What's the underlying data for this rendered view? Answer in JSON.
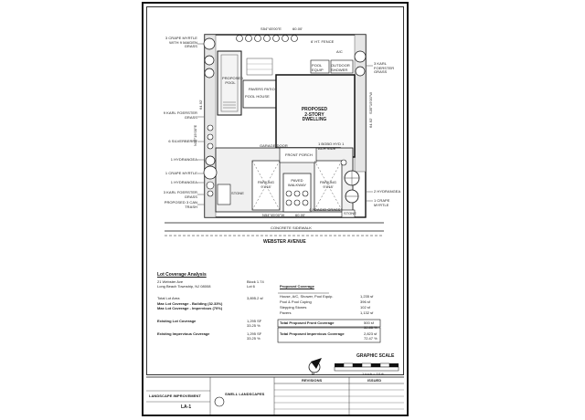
{
  "site_plan": {
    "street": "WEBSTER AVENUE",
    "sidewalk": "CONCRETE SIDEWALK",
    "dwelling_line1": "PROPOSED",
    "dwelling_line2": "2-STORY",
    "dwelling_line3": "DWELLING",
    "bearing_top": "S54°45'00\"E",
    "dim_top": "60.00'",
    "bearing_bottom": "N54°45'00\"W",
    "dim_bottom": "60.00'",
    "bearing_left": "N35°15'00\"E",
    "bearing_right": "S35°15'00\"W",
    "dim_right": "64.92'",
    "dim_left": "64.92'",
    "labels_left": [
      "3 CRAPE MYRTLE WITH 9 MAIDEN GRASS",
      "9 KARL FOERSTER GRASS",
      "6 SILVERBERRY",
      "1 HYDRANGEA",
      "1 CRAPE MYRTLE",
      "1 HYDRANGEA",
      "3 KARL FOERSTER GRASS",
      "PROPOSED 3 CAN TRASH"
    ],
    "labels_right": [
      "3 KARL FOERSTER GRASS",
      "1 BOBO HYD 1 ACH SIDE",
      "2 HYDRANGEA",
      "1 CRAPE MYRTLE"
    ],
    "labels_inner": {
      "pool": "PROPOSED POOL",
      "pool_house": "POOL HOUSE",
      "pavers_patio": "PAVERS PATIO",
      "outdoor_shower": "OUTDOOR SHOWER",
      "front_porch": "FRONT PORCH",
      "garage_door": "GARAGE DOOR",
      "parking_left": "PARKING 9'X18'",
      "parking_right": "PARKING 9'X18'",
      "paved_walkway": "PAVED WALKWAY",
      "adagio_grass": "4 ADAGIO GRASS",
      "stone_left": "STONE",
      "stone_right": "STONE",
      "fence": "6' HT. FENCE",
      "pool_equip": "POOL EQUIP",
      "ac": "A/C"
    }
  },
  "coverage": {
    "title": "Lot Coverage Analysis",
    "address1": "21 Webster Ave",
    "address2": "Long Beach Township, NJ 08008",
    "block": "Block 1.74",
    "lot": "Lot 6",
    "rows_left": [
      {
        "label": "Total Lot Area",
        "value": "3,895.2 sf"
      },
      {
        "label": "Max Lot Coverage - Building (32.33%)",
        "value": ""
      },
      {
        "label": "Max Lot Coverage - Impervious (70%)",
        "value": ""
      },
      {
        "label": "Existing Lot Coverage",
        "value": "1,295 SF",
        "pct": "33.25 %"
      },
      {
        "label": "Existing Impervious Coverage",
        "value": "1,295 SF",
        "pct": "33.25 %"
      }
    ],
    "proposed_title": "Proposed Coverage",
    "rows_right": [
      {
        "label": "House, A/C, Shower, Pool Equip.",
        "value": "1,235 sf"
      },
      {
        "label": "Pool & Pool Coping",
        "value": "396 sf"
      },
      {
        "label": "Stepping Stones",
        "value": "102 sf"
      },
      {
        "label": "Pavers",
        "value": "1,132 sf"
      }
    ],
    "total_front_label": "Total Proposed Front Coverage",
    "total_front_value": "500 sf",
    "total_front_pct": "32.85 %",
    "total_imp_label": "Total Proposed Impervious Coverage",
    "total_imp_value": "2,823 sf",
    "total_imp_pct": "72.47 %"
  },
  "scale": {
    "title": "GRAPHIC SCALE",
    "note": "1 inch = 10 ft.",
    "north": "N"
  },
  "title_block": {
    "firm": "SWELL LANDSCAPES",
    "project": "LANDSCAPE IMPROVEMENT",
    "revisions": "REVISIONS",
    "issued": "ISSUED",
    "sheet": "LA-1"
  }
}
